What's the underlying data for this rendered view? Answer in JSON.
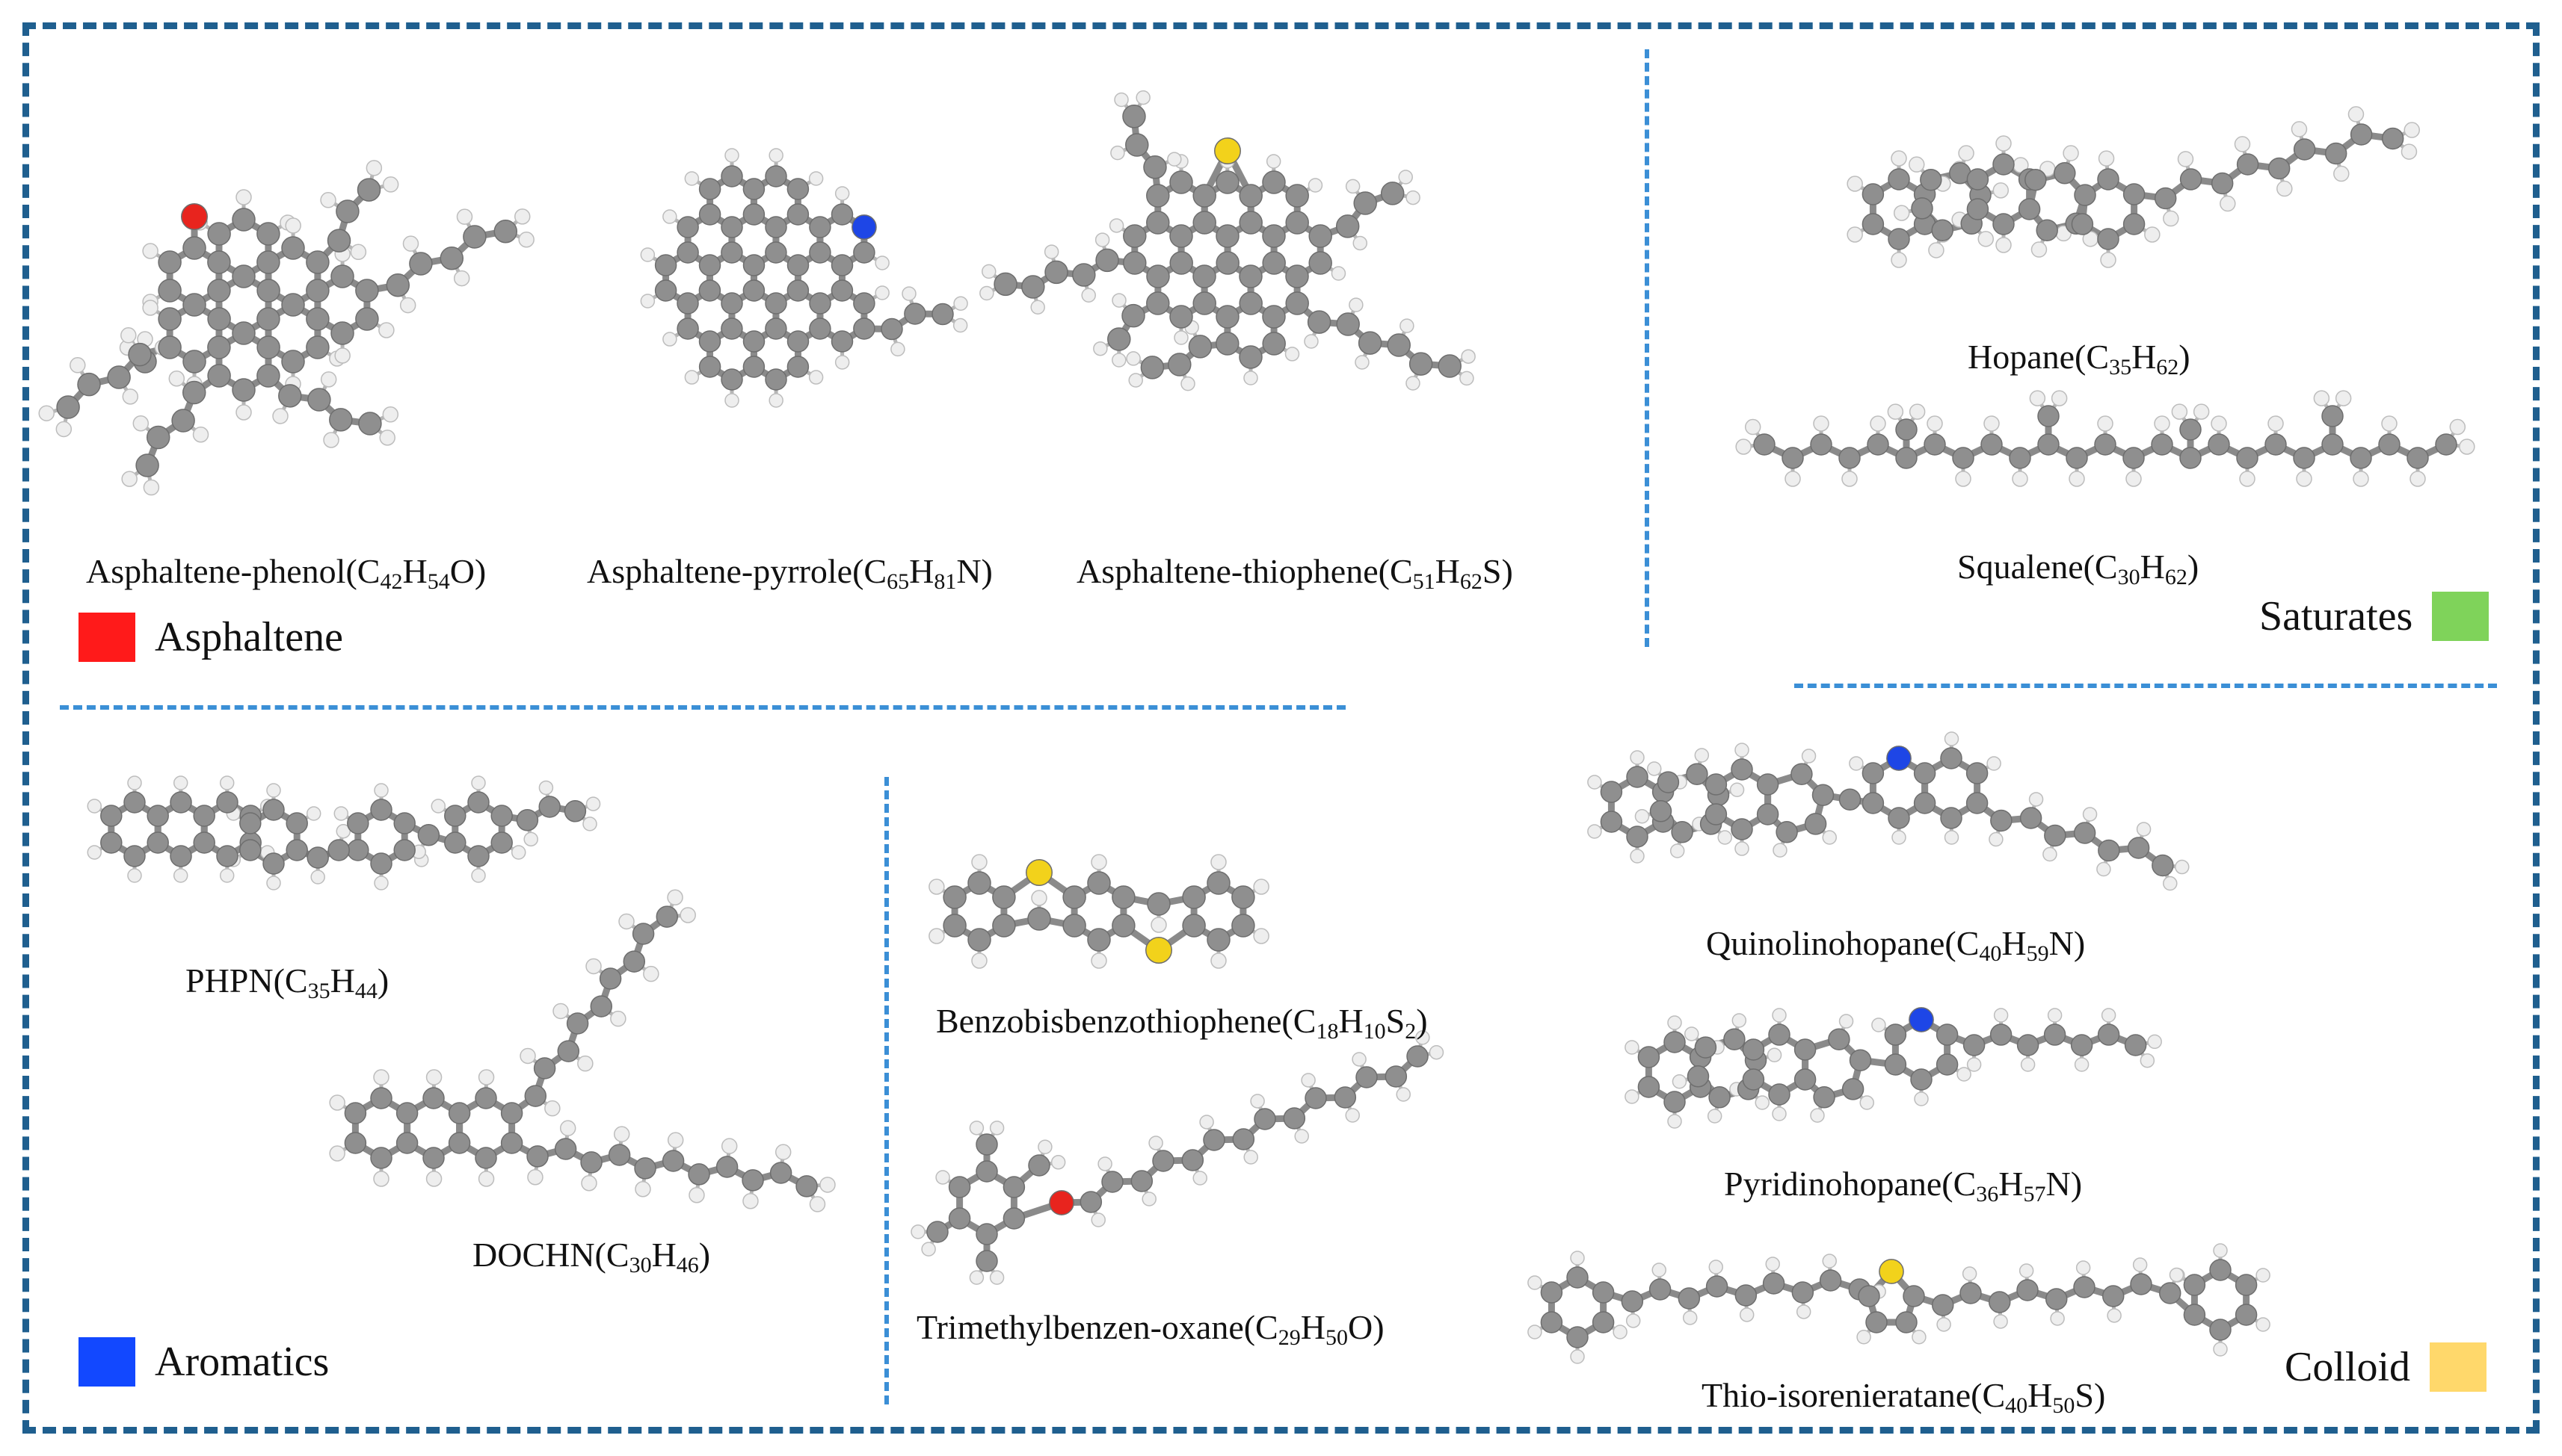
{
  "categories": {
    "asphaltene": {
      "label": "Asphaltene",
      "color": "#ff1a1a"
    },
    "saturates": {
      "label": "Saturates",
      "color": "#7fd35a"
    },
    "aromatics": {
      "label": "Aromatics",
      "color": "#1248ff"
    },
    "colloid": {
      "label": "Colloid",
      "color": "#ffd86b"
    }
  },
  "atom_colors": {
    "carbon": "#8f8f8f",
    "hydrogen": "#eeeeee",
    "oxygen": "#e8241e",
    "nitrogen": "#1e46e6",
    "sulfur": "#f2d21b"
  },
  "molecules": {
    "asphaltene_phenol": {
      "name": "Asphaltene-phenol(C",
      "f1": "42",
      "f2": "H",
      "f3": "54",
      "f4": "O)"
    },
    "asphaltene_pyrrole": {
      "name": "Asphaltene-pyrrole(C",
      "f1": "65",
      "f2": "H",
      "f3": "81",
      "f4": "N)"
    },
    "asphaltene_thiophene": {
      "name": "Asphaltene-thiophene(C",
      "f1": "51",
      "f2": "H",
      "f3": "62",
      "f4": "S)"
    },
    "hopane": {
      "name": "Hopane(C",
      "f1": "35",
      "f2": "H",
      "f3": "62",
      "f4": ")"
    },
    "squalene": {
      "name": "Squalene(C",
      "f1": "30",
      "f2": "H",
      "f3": "62",
      "f4": ")"
    },
    "phpn": {
      "name": "PHPN(C",
      "f1": "35",
      "f2": "H",
      "f3": "44",
      "f4": ")"
    },
    "dochn": {
      "name": "DOCHN(C",
      "f1": "30",
      "f2": "H",
      "f3": "46",
      "f4": ")"
    },
    "benzobisbenzothiophene": {
      "name": "Benzobisbenzothiophene(C",
      "f1": "18",
      "f2": "H",
      "f3": "10",
      "f4": "S",
      "f5": "2",
      "f6": ")"
    },
    "trimethylbenzen_oxane": {
      "name": "Trimethylbenzen-oxane(C",
      "f1": "29",
      "f2": "H",
      "f3": "50",
      "f4": "O)"
    },
    "quinolinohopane": {
      "name": "Quinolinohopane(C",
      "f1": "40",
      "f2": "H",
      "f3": "59",
      "f4": "N)"
    },
    "pyridinohopane": {
      "name": "Pyridinohopane(C",
      "f1": "36",
      "f2": "H",
      "f3": "57",
      "f4": "N)"
    },
    "thio_isorenieratane": {
      "name": "Thio-isorenieratane(C",
      "f1": "40",
      "f2": "H",
      "f3": "50",
      "f4": "S)"
    }
  }
}
